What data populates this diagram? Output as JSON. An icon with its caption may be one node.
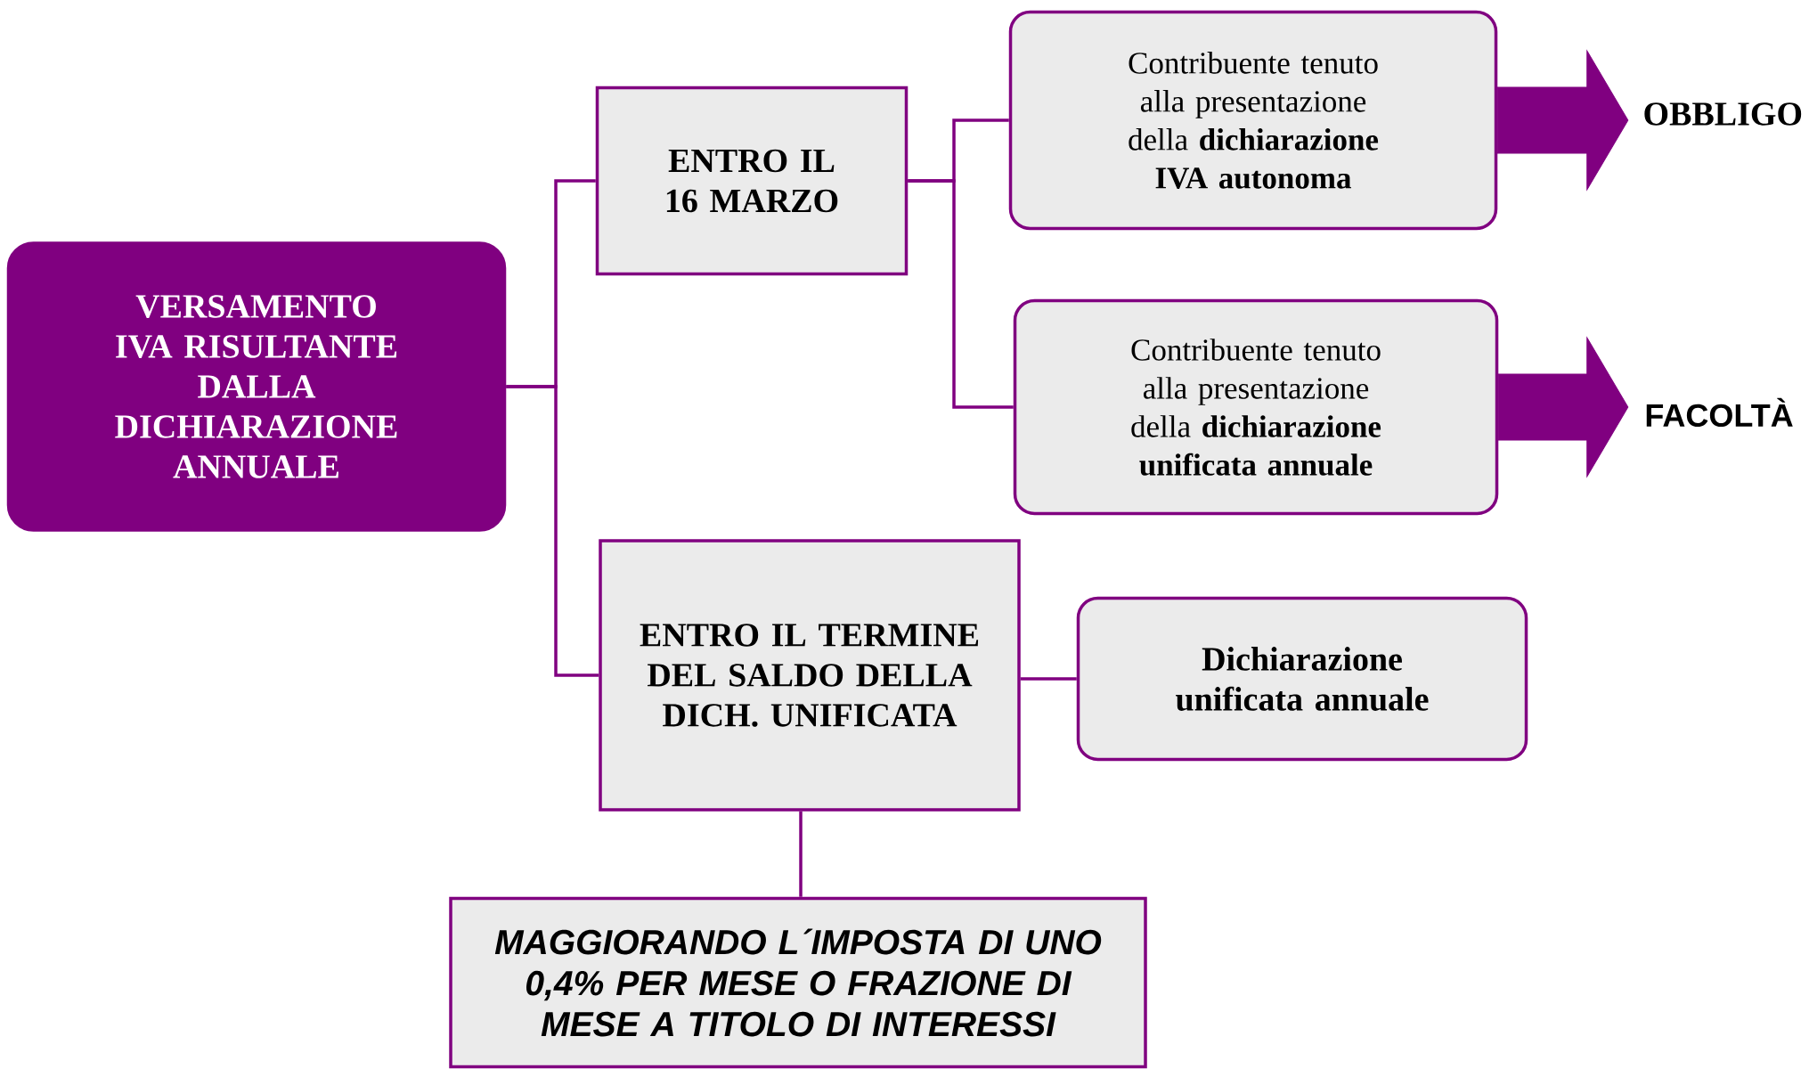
{
  "diagram": {
    "nodes": [
      {
        "text": [
          "VERSAMENTO IVA RISULTANTE DALLA DICHIARAZIONE ANNUALE"
        ]
      },
      {
        "text": [
          "ENTRO IL 16 MARZO"
        ]
      },
      {
        "text": [
          "Contribuente tenuto alla presentazione della **dichiarazione IVA autonoma**"
        ]
      },
      {
        "text": [
          "Contribuente tenuto alla presentazione della **dichiarazione unificata annuale**"
        ]
      },
      {
        "text": [
          "ENTRO IL TERMINE DEL SALDO DELLA DICH. UNIFICATA"
        ]
      },
      {
        "text": [
          "Dichiarazione unificata annuale"
        ]
      },
      {
        "text": [
          "MAGGIORANDO L´IMPOSTA DI UNO 0,4% PER MESE O FRAZIONE DI MESE A TITOLO DI INTERESSI"
        ]
      },
      {
        "text": [
          "OBBLIGO"
        ]
      },
      {
        "text": [
          "FACOLTÀ"
        ]
      }
    ],
    "edges": [
      {
        "from": 0,
        "to": 1,
        "arrow": "none"
      },
      {
        "from": 0,
        "to": 4,
        "arrow": "none"
      },
      {
        "from": 1,
        "to": 2,
        "arrow": "none"
      },
      {
        "from": 1,
        "to": 3,
        "arrow": "none"
      },
      {
        "from": 4,
        "to": 5,
        "arrow": "none"
      },
      {
        "from": 4,
        "to": 6,
        "arrow": "none"
      },
      {
        "from": 2,
        "to": 7,
        "arrow": "to",
        "style": "thick"
      },
      {
        "from": 3,
        "to": 8,
        "arrow": "to",
        "style": "thick"
      }
    ]
  }
}
